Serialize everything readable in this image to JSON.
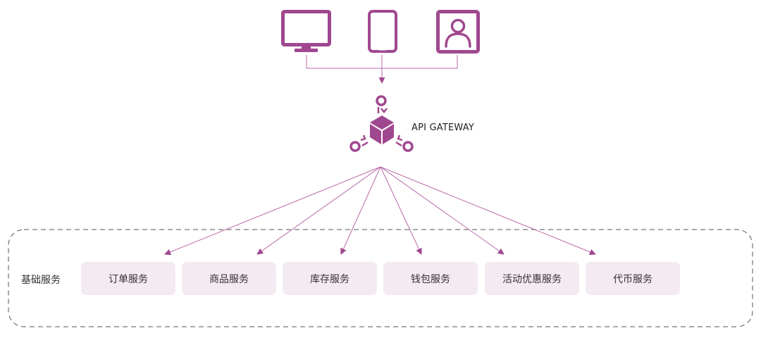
{
  "colors": {
    "accent": "#a0488f",
    "connector": "#b86aa8",
    "service_fill": "#f4eaf2",
    "boundary": "#555555",
    "text": "#333333"
  },
  "clients": [
    {
      "icon": "monitor-icon"
    },
    {
      "icon": "tablet-icon"
    },
    {
      "icon": "user-profile-icon"
    }
  ],
  "gateway": {
    "icon": "api-gateway-cube-icon",
    "label": "API GATEWAY"
  },
  "group": {
    "label": "基础服务"
  },
  "services": [
    {
      "label": "订单服务"
    },
    {
      "label": "商品服务"
    },
    {
      "label": "库存服务"
    },
    {
      "label": "钱包服务"
    },
    {
      "label": "活动优惠服务"
    },
    {
      "label": "代币服务"
    }
  ]
}
